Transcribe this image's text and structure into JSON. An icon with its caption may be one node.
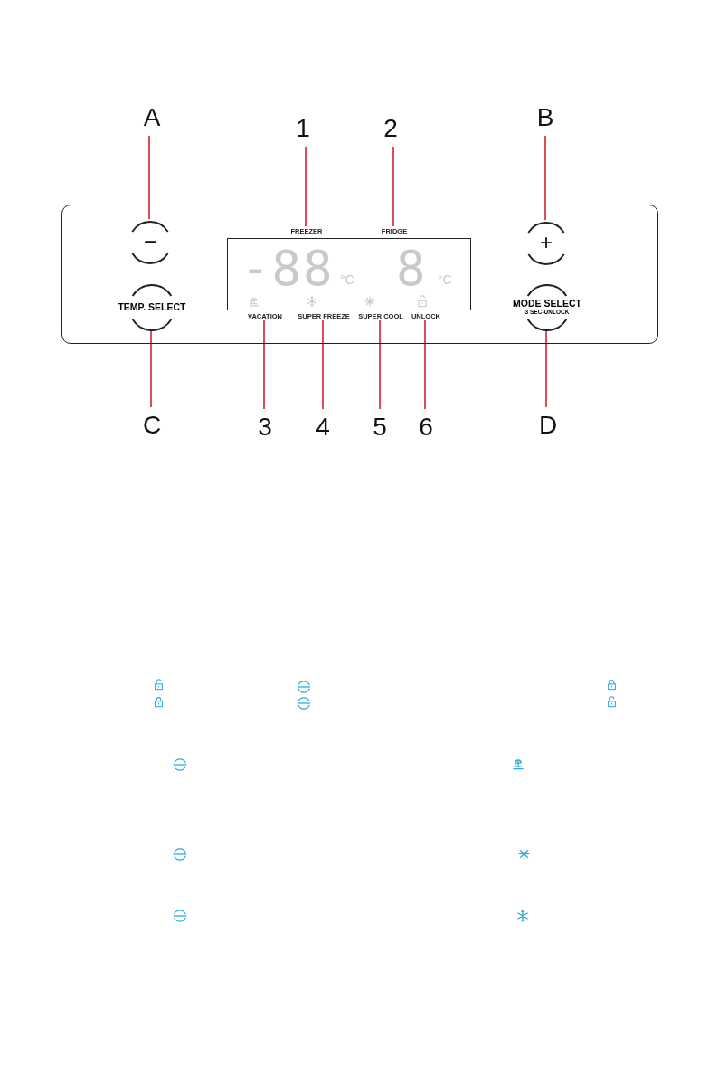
{
  "diagram": {
    "nodes": [
      {
        "text": [],
        "shape": "box"
      },
      {
        "text": [
          "−"
        ],
        "in": 0
      },
      {
        "text": [
          "+"
        ],
        "in": 0
      },
      {
        "text": [
          "TEMP. SELECT"
        ],
        "in": 0
      },
      {
        "text": [
          "MODE SELECT",
          "3 SEC-UNLOCK"
        ],
        "in": 0
      },
      {
        "text": [
          "-88",
          "°C",
          "8",
          "°C"
        ],
        "in": 0
      },
      {
        "text": [
          "FREEZER"
        ],
        "in": 0
      },
      {
        "text": [
          "FRIDGE"
        ],
        "in": 0
      },
      {
        "text": [
          "VACATION"
        ],
        "in": 0
      },
      {
        "text": [
          "SUPER FREEZE"
        ],
        "in": 0
      },
      {
        "text": [
          "SUPER COOL"
        ],
        "in": 0
      },
      {
        "text": [
          "UNLOCK"
        ],
        "in": 0
      },
      {
        "text": [
          "A"
        ]
      },
      {
        "text": [
          "B"
        ]
      },
      {
        "text": [
          "C"
        ]
      },
      {
        "text": [
          "D"
        ]
      },
      {
        "text": [
          "1"
        ]
      },
      {
        "text": [
          "2"
        ]
      },
      {
        "text": [
          "3"
        ]
      },
      {
        "text": [
          "4"
        ]
      },
      {
        "text": [
          "5"
        ]
      },
      {
        "text": [
          "6"
        ]
      }
    ],
    "edges": [
      {
        "from": 12,
        "to": 1,
        "arrow": "none"
      },
      {
        "from": 13,
        "to": 2,
        "arrow": "none"
      },
      {
        "from": 14,
        "to": 3,
        "arrow": "none"
      },
      {
        "from": 15,
        "to": 4,
        "arrow": "none"
      },
      {
        "from": 16,
        "to": 6,
        "arrow": "none"
      },
      {
        "from": 17,
        "to": 7,
        "arrow": "none"
      },
      {
        "from": 18,
        "to": 8,
        "arrow": "none"
      },
      {
        "from": 19,
        "to": 9,
        "arrow": "none"
      },
      {
        "from": 20,
        "to": 10,
        "arrow": "none"
      },
      {
        "from": 21,
        "to": 11,
        "arrow": "none"
      }
    ]
  }
}
